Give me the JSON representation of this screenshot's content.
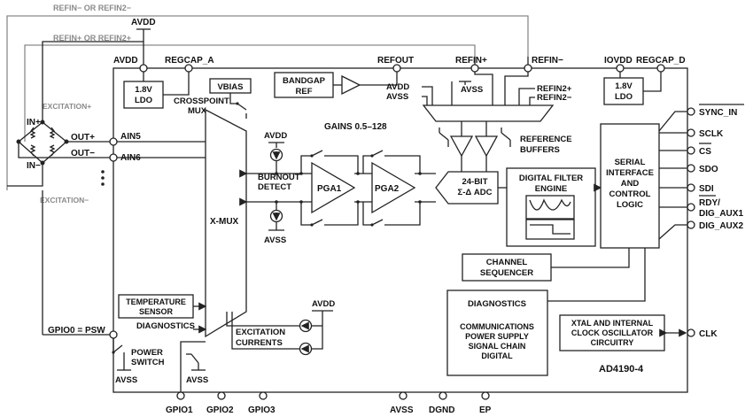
{
  "external": {
    "refin_minus_or_refin2_minus": "REFIN− OR REFIN2−",
    "refin_plus_or_refin2_plus": "REFIN+ OR REFIN2+",
    "excitation_plus": "EXCITATION+",
    "excitation_minus": "EXCITATION−",
    "in_plus": "IN+",
    "in_minus": "IN−",
    "out_plus": "OUT+",
    "out_minus": "OUT−",
    "avdd_top": "AVDD"
  },
  "pins_top": {
    "avdd": "AVDD",
    "regcap_a": "REGCAP_A",
    "refout": "REFOUT",
    "refin_plus": "REFIN+",
    "refin_minus": "REFIN−",
    "iovdd": "IOVDD",
    "regcap_d": "REGCAP_D"
  },
  "pins_left": {
    "ain5": "AIN5",
    "ain6": "AIN6",
    "gpio0": "GPIO0 = PSW"
  },
  "pins_right": {
    "sync_in": "SYNC_IN",
    "sclk": "SCLK",
    "cs": "CS",
    "sdo": "SDO",
    "sdi": "SDI",
    "rdy": "RDY/",
    "dig_aux1": "DIG_AUX1",
    "dig_aux2": "DIG_AUX2",
    "clk": "CLK"
  },
  "pins_bottom": {
    "gpio1": "GPIO1",
    "gpio2": "GPIO2",
    "gpio3": "GPIO3",
    "avss": "AVSS",
    "dgnd": "DGND",
    "ep": "EP"
  },
  "blocks": {
    "ldo_a_line1": "1.8V",
    "ldo_a_line2": "LDO",
    "ldo_d_line1": "1.8V",
    "ldo_d_line2": "LDO",
    "vbias": "VBIAS",
    "crosspoint_line1": "CROSSPOINT",
    "crosspoint_line2": "MUX",
    "bandgap_line1": "BANDGAP",
    "bandgap_line2": "REF",
    "xmux": "X-MUX",
    "gains": "GAINS 0.5–128",
    "burnout_line1": "BURNOUT",
    "burnout_line2": "DETECT",
    "pga1": "PGA1",
    "pga2": "PGA2",
    "adc_line1": "24-BIT",
    "adc_line2": "Σ-Δ ADC",
    "dfe_line1": "DIGITAL FILTER",
    "dfe_line2": "ENGINE",
    "ref_buffers_line1": "REFERENCE",
    "ref_buffers_line2": "BUFFERS",
    "serial_line1": "SERIAL",
    "serial_line2": "INTERFACE",
    "serial_line3": "AND",
    "serial_line4": "CONTROL",
    "serial_line5": "LOGIC",
    "seq_line1": "CHANNEL",
    "seq_line2": "SEQUENCER",
    "temp_line1": "TEMPERATURE",
    "temp_line2": "SENSOR",
    "diagnostics_in": "DIAGNOSTICS",
    "excitation_line1": "EXCITATION",
    "excitation_line2": "CURRENTS",
    "diag_title": "DIAGNOSTICS",
    "diag_line1": "COMMUNICATIONS",
    "diag_line2": "POWER SUPPLY",
    "diag_line3": "SIGNAL CHAIN",
    "diag_line4": "DIGITAL",
    "xtal_line1": "XTAL AND INTERNAL",
    "xtal_line2": "CLOCK OSCILLATOR",
    "xtal_line3": "CIRCUITRY",
    "power_line1": "POWER",
    "power_line2": "SWITCH",
    "part": "AD4190-4"
  },
  "supplies": {
    "avdd": "AVDD",
    "avss": "AVSS"
  }
}
